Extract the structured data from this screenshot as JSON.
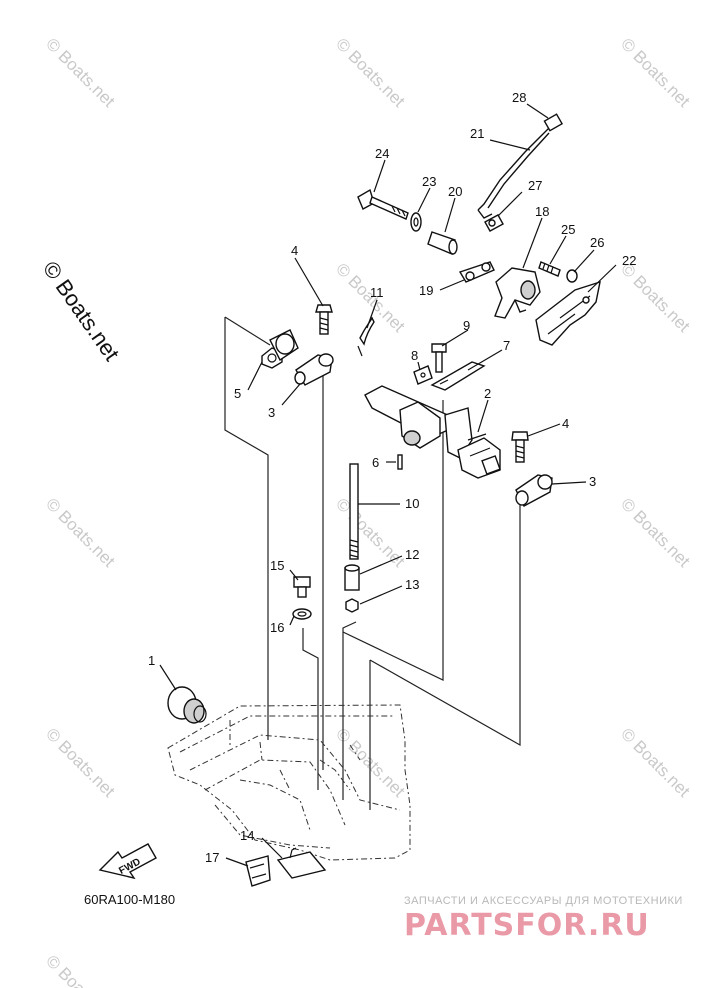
{
  "diagram": {
    "part_numbers": [
      "28",
      "21",
      "24",
      "23",
      "20",
      "27",
      "18",
      "25",
      "26",
      "22",
      "4",
      "11",
      "19",
      "9",
      "8",
      "7",
      "5",
      "3",
      "2",
      "6",
      "4",
      "3",
      "10",
      "12",
      "15",
      "13",
      "16",
      "1",
      "14",
      "17"
    ],
    "drawing_code": "60RA100-M180",
    "fwd_label": "FWD",
    "watermark_text": "© Boats.net",
    "side_copyright": "© Boats.net",
    "brand_tagline": "ЗАПЧАСТИ И АКСЕССУАРЫ ДЛЯ МОТОТЕХНИКИ",
    "brand_name": "PARTSFOR.RU",
    "brand_color": "#ea9aa7"
  }
}
